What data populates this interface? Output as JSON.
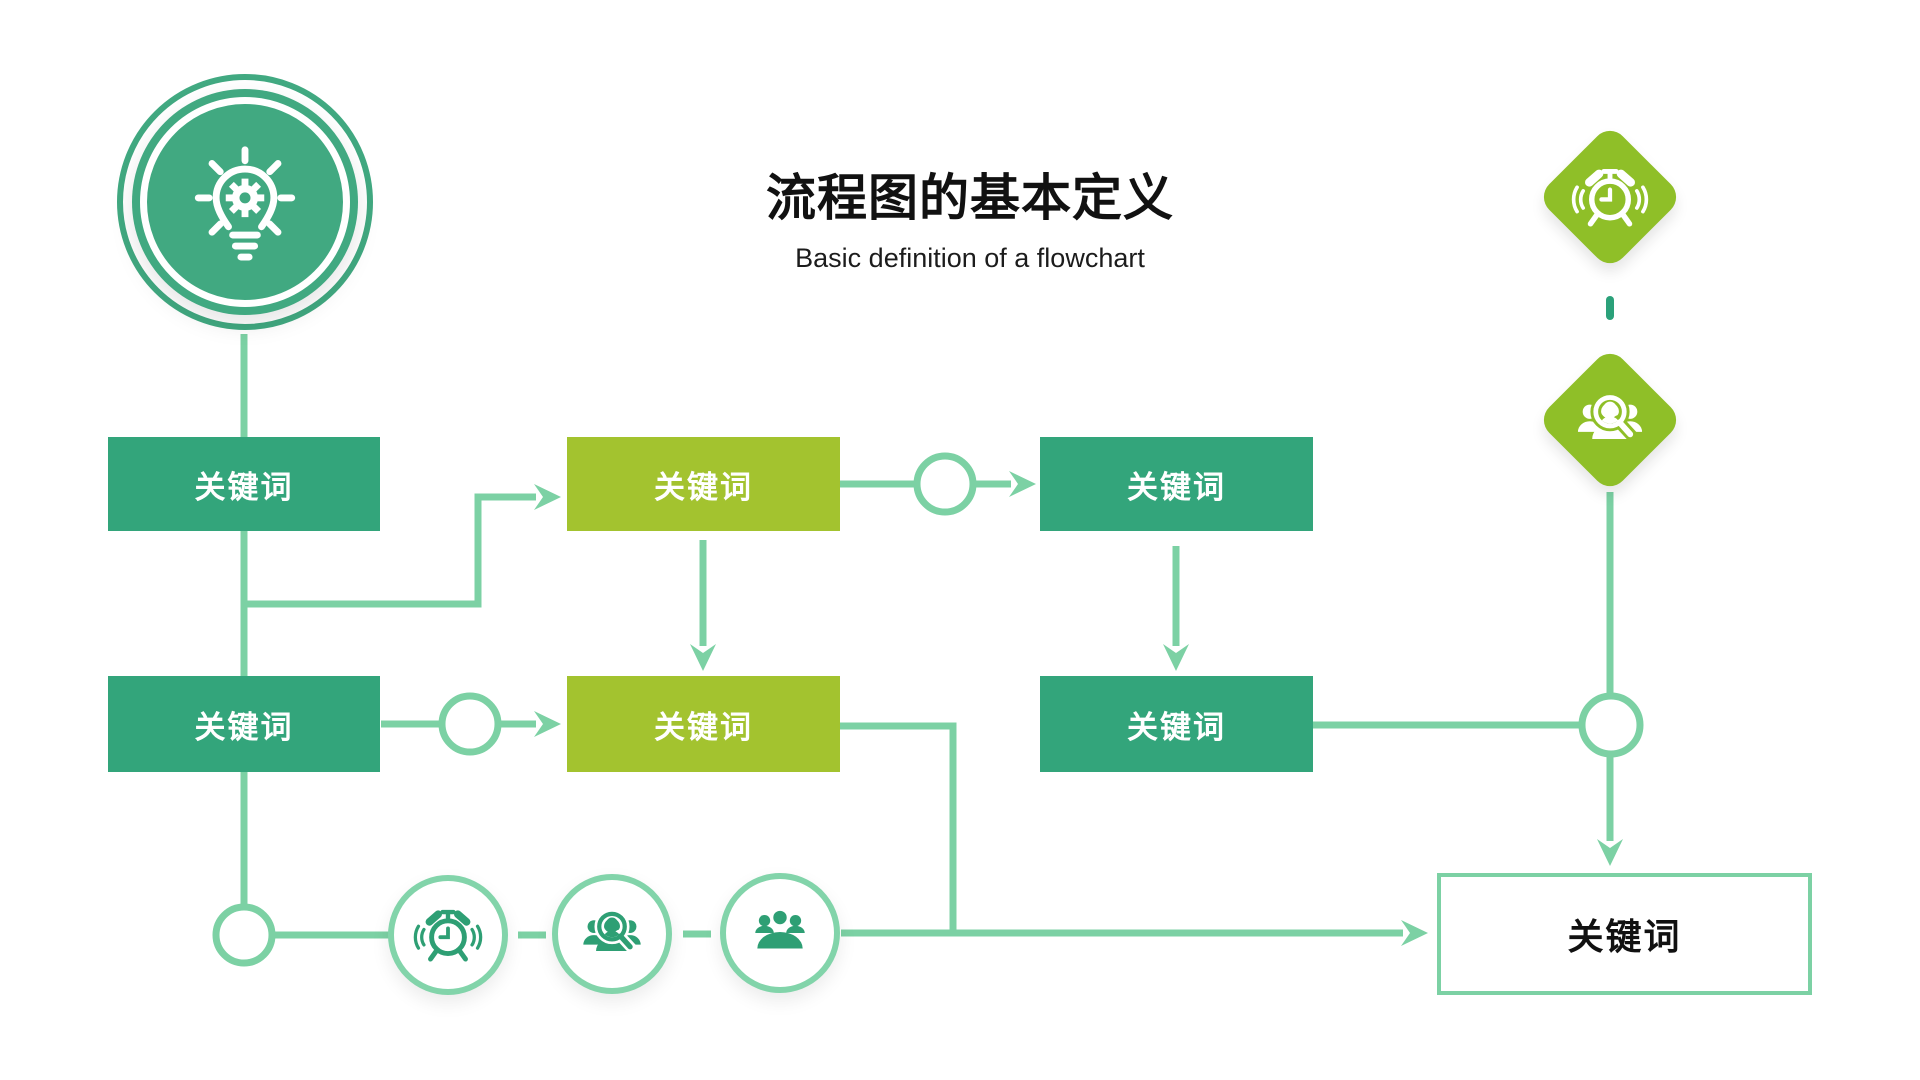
{
  "header": {
    "title": "流程图的基本定义",
    "subtitle": "Basic definition of a flowchart"
  },
  "nodes": {
    "r1c1": {
      "label": "关键词"
    },
    "r1c2": {
      "label": "关键词"
    },
    "r1c3": {
      "label": "关键词"
    },
    "r2c1": {
      "label": "关键词"
    },
    "r2c2": {
      "label": "关键词"
    },
    "r2c3": {
      "label": "关键词"
    },
    "result": {
      "label": "关键词"
    }
  },
  "icons": {
    "hero": "lightbulb-gear-icon",
    "diamond_top": "alarm-clock-icon",
    "diamond_bottom": "people-search-icon",
    "step_1": "alarm-clock-icon",
    "step_2": "people-search-icon",
    "step_3": "meeting-people-icon"
  },
  "colors": {
    "teal_box": "#33A57B",
    "hero_teal": "#41A981",
    "lime_box": "#A3C32F",
    "diamond_lime": "#8FBF28",
    "connector_green": "#7CD1A4",
    "icon_circle_stroke": "#82D4AA",
    "icon_teal": "#2E9F74",
    "teal_dash": "#2BA17A",
    "title_text": "#111111",
    "box_text": "#FFFFFF"
  }
}
